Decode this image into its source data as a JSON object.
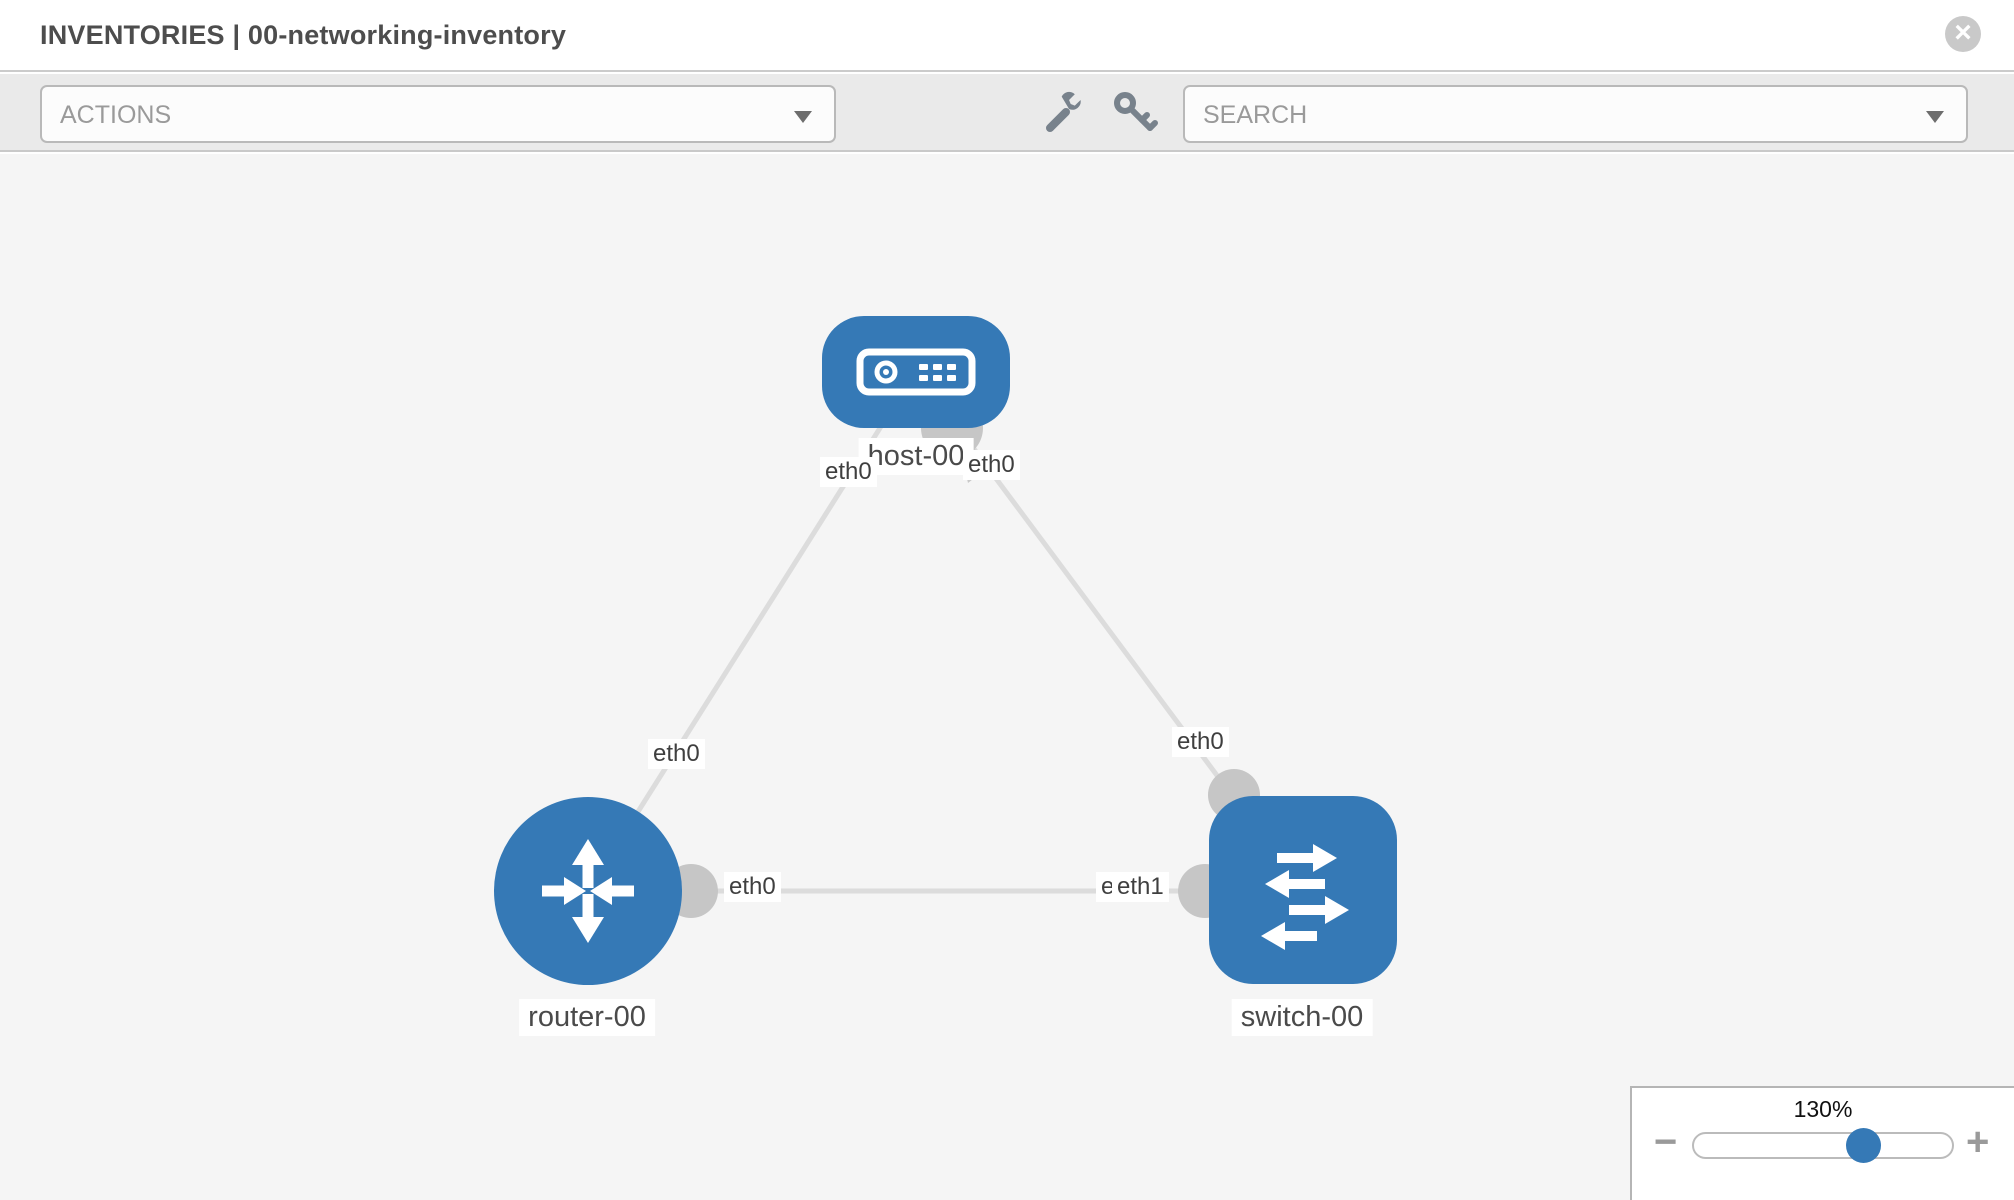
{
  "header": {
    "title": "INVENTORIES | 00-networking-inventory",
    "close_glyph": "×"
  },
  "toolbar": {
    "actions": {
      "label": "ACTIONS"
    },
    "search": {
      "label": "SEARCH"
    },
    "icons": {
      "wrench": "wrench-icon",
      "key": "key-icon"
    }
  },
  "topology": {
    "nodes": [
      {
        "id": "host-00",
        "type": "host",
        "label": "host-00"
      },
      {
        "id": "router-00",
        "type": "router",
        "label": "router-00"
      },
      {
        "id": "switch-00",
        "type": "switch",
        "label": "switch-00"
      }
    ],
    "interface_labels": {
      "host_router_host_end": "eth0",
      "host_switch_host_end": "eth0",
      "host_router_router_end": "eth0",
      "host_switch_switch_end": "eth0",
      "router_switch_router_end": "eth0",
      "router_switch_switch_end_under": "eth0",
      "router_switch_switch_end": "eth1"
    }
  },
  "zoom_control": {
    "percent": "130%",
    "minus": "−",
    "plus": "+"
  },
  "colors": {
    "node_blue": "#3579b6",
    "link_gray": "#dcdcdc",
    "connector_gray": "#c6c6c6",
    "canvas_bg": "#f5f5f5",
    "toolbar_bg": "#eaeaea"
  }
}
